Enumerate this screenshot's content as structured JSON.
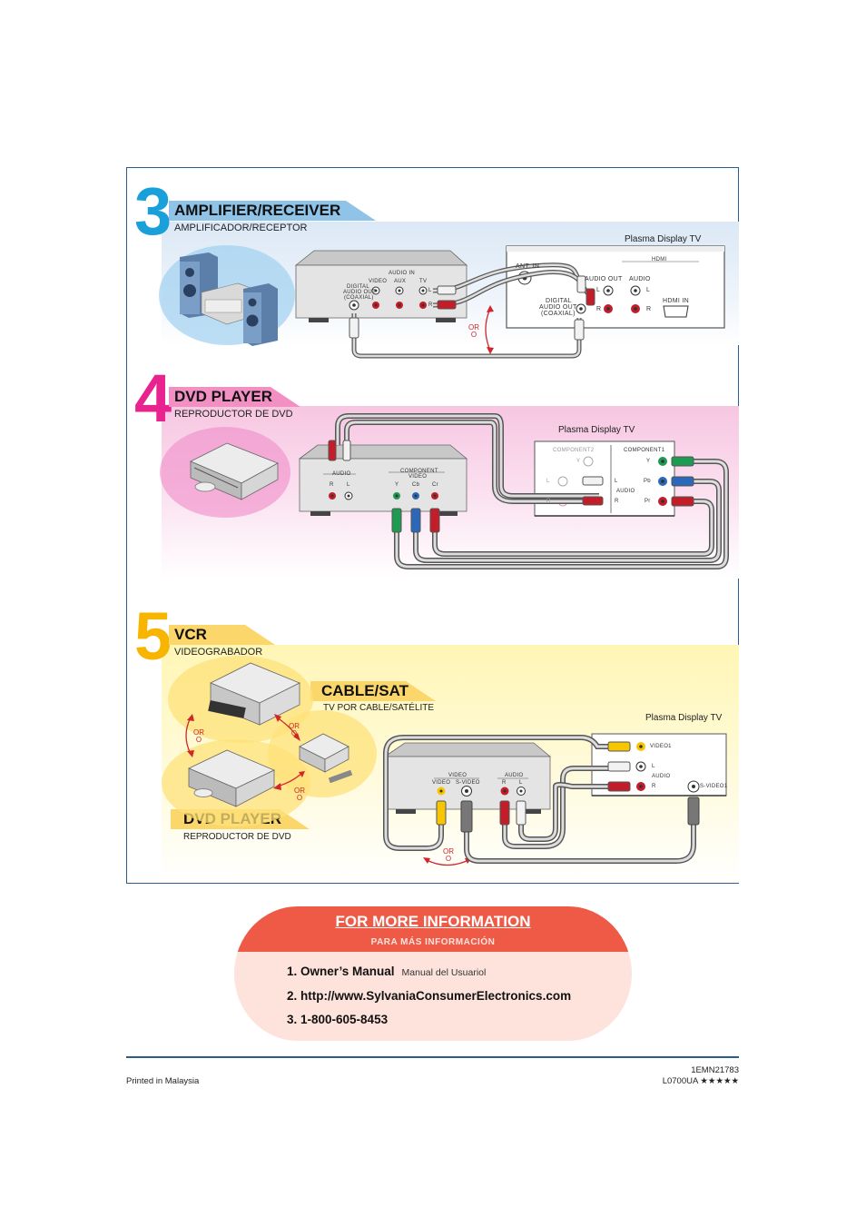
{
  "steps": [
    {
      "number": "3",
      "title": "AMPLIFIER/RECEIVER",
      "subtitle": "AMPLIFICADOR/RECEPTOR",
      "tv_label": "Plasma Display TV",
      "color": "#1aa0d8",
      "tab_color": "#8fc3e8"
    },
    {
      "number": "4",
      "title": "DVD PLAYER",
      "subtitle": "REPRODUCTOR DE DVD",
      "tv_label": "Plasma Display TV",
      "color": "#e8238f",
      "tab_color": "#f290c4"
    },
    {
      "number": "5",
      "title": "VCR",
      "subtitle": "VIDEOGRABADOR",
      "tv_label": "Plasma Display TV",
      "color": "#f7b500",
      "tab_color": "#fbd66a"
    }
  ],
  "step5_extra": {
    "cable_title": "CABLE/SAT",
    "cable_subtitle": "TV POR CABLE/SATÉLITE",
    "dvd_title": "DVD PLAYER",
    "dvd_subtitle": "REPRODUCTOR DE DVD"
  },
  "or_label": {
    "en": "OR",
    "es": "O"
  },
  "receiver_panel": {
    "audio_in": "AUDIO IN",
    "video": "VIDEO",
    "aux": "AUX",
    "tv": "TV",
    "digital_out": [
      "DIGITAL",
      "AUDIO OUT",
      "(COAXIAL)"
    ],
    "l": "L",
    "r": "R"
  },
  "tv_panel_3": {
    "ant_in": "ANT. IN",
    "audio_out": "AUDIO OUT",
    "digital_out": [
      "DIGITAL",
      "AUDIO OUT",
      "(COAXIAL)"
    ],
    "hdmi": "HDMI",
    "audio": "AUDIO",
    "l": "L",
    "r": "R",
    "hdmi_in": "HDMI IN"
  },
  "dvd_panel": {
    "audio": "AUDIO",
    "component_video": [
      "COMPONENT",
      "VIDEO"
    ],
    "r": "R",
    "l": "L",
    "y": "Y",
    "cb": "Cb",
    "cr": "Cr"
  },
  "tv_panel_4": {
    "component2": "COMPONENT2",
    "component1": "COMPONENT1",
    "y": "Y",
    "pb": "Pb",
    "pr": "Pr",
    "l": "L",
    "r": "R",
    "audio": "AUDIO"
  },
  "vcr_panel": {
    "video_group": "VIDEO",
    "audio_group": "AUDIO",
    "video": "VIDEO",
    "svideo": "S-VIDEO",
    "r": "R",
    "l": "L"
  },
  "tv_panel_5": {
    "video1": "VIDEO1",
    "l": "L",
    "audio": "AUDIO",
    "r": "R",
    "svideo1": "S-VIDEO1"
  },
  "info": {
    "title": "FOR MORE INFORMATION",
    "subtitle": "PARA MÁS INFORMACIÓN",
    "item1": "1. Owner’s Manual",
    "item1_note": "Manual del Usuariol",
    "item2": "2. http://www.SylvaniaConsumerElectronics.com",
    "item3": "3. 1-800-605-8453",
    "bg_color": "#fde3dc",
    "header_color": "#ef5a47"
  },
  "footer": {
    "printed": "Printed in Malaysia",
    "code1": "1EMN21783",
    "code2": "L0700UA ★★★★★"
  }
}
